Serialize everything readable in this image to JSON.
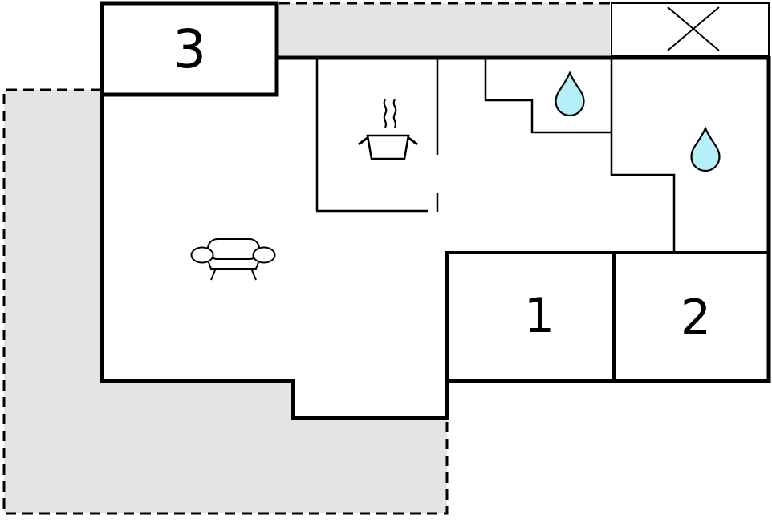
{
  "floorplan": {
    "rooms": [
      {
        "id": "room-3",
        "label": "3"
      },
      {
        "id": "room-1",
        "label": "1"
      },
      {
        "id": "room-2",
        "label": "2"
      }
    ],
    "icons": [
      "cross-icon",
      "water-drop-icon",
      "water-drop-icon",
      "cooking-pot-icon",
      "sofa-icon"
    ],
    "colors": {
      "wall": "#000000",
      "terrace_fill": "#e4e4e4",
      "water_drop_fill": "#b5eff7",
      "background": "#ffffff"
    }
  }
}
